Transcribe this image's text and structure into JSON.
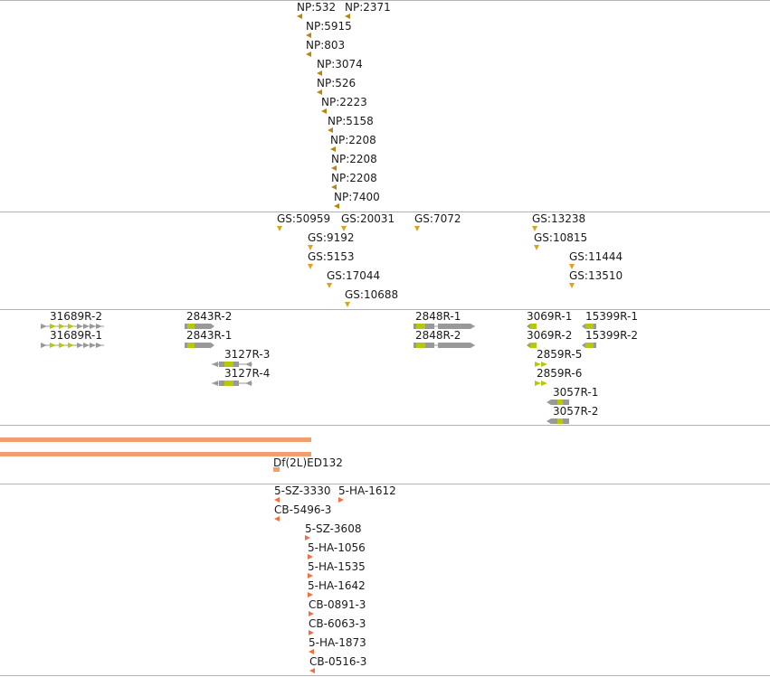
{
  "colors": {
    "separator": "#b4b4b4",
    "np_marker": "#b8860b",
    "gs_marker": "#e0a020",
    "transcript_gray": "#999999",
    "transcript_exon": "#b5c90a",
    "deficiency": "#f0a070",
    "insertion_marker": "#f07040"
  },
  "tracks": {
    "np_insertions": {
      "items": [
        {
          "label": "NP:532",
          "marker": "left"
        },
        {
          "label": "NP:2371",
          "marker": "left"
        },
        {
          "label": "NP:5915",
          "marker": "left"
        },
        {
          "label": "NP:803",
          "marker": "left"
        },
        {
          "label": "NP:3074",
          "marker": "left"
        },
        {
          "label": "NP:526",
          "marker": "left"
        },
        {
          "label": "NP:2223",
          "marker": "left"
        },
        {
          "label": "NP:5158",
          "marker": "left"
        },
        {
          "label": "NP:2208",
          "marker": "left"
        },
        {
          "label": "NP:2208",
          "marker": "left"
        },
        {
          "label": "NP:2208",
          "marker": "left"
        },
        {
          "label": "NP:7400",
          "marker": "left"
        }
      ]
    },
    "gs_insertions": {
      "items": [
        {
          "label": "GS:50959",
          "marker": "down"
        },
        {
          "label": "GS:20031",
          "marker": "down"
        },
        {
          "label": "GS:7072",
          "marker": "down"
        },
        {
          "label": "GS:13238",
          "marker": "down"
        },
        {
          "label": "GS:9192",
          "marker": "down"
        },
        {
          "label": "GS:10815",
          "marker": "down"
        },
        {
          "label": "GS:5153",
          "marker": "down"
        },
        {
          "label": "GS:11444",
          "marker": "down"
        },
        {
          "label": "GS:17044",
          "marker": "down"
        },
        {
          "label": "GS:13510",
          "marker": "down"
        },
        {
          "label": "GS:10688",
          "marker": "down"
        }
      ]
    },
    "transcripts": {
      "items": [
        {
          "label": "31689R-2"
        },
        {
          "label": "31689R-1"
        },
        {
          "label": "2843R-2"
        },
        {
          "label": "2843R-1"
        },
        {
          "label": "3127R-3"
        },
        {
          "label": "3127R-4"
        },
        {
          "label": "2848R-1"
        },
        {
          "label": "2848R-2"
        },
        {
          "label": "3069R-1"
        },
        {
          "label": "3069R-2"
        },
        {
          "label": "15399R-1"
        },
        {
          "label": "15399R-2"
        },
        {
          "label": "2859R-5"
        },
        {
          "label": "2859R-6"
        },
        {
          "label": "3057R-1"
        },
        {
          "label": "3057R-2"
        }
      ]
    },
    "deficiencies": {
      "items": [
        {
          "label": "Df(2L)ED132"
        }
      ]
    },
    "insertions_other": {
      "items": [
        {
          "label": "5-SZ-3330",
          "marker": "left"
        },
        {
          "label": "5-HA-1612",
          "marker": "right"
        },
        {
          "label": "CB-5496-3",
          "marker": "left"
        },
        {
          "label": "5-SZ-3608",
          "marker": "right"
        },
        {
          "label": "5-HA-1056",
          "marker": "right"
        },
        {
          "label": "5-HA-1535",
          "marker": "right"
        },
        {
          "label": "5-HA-1642",
          "marker": "right"
        },
        {
          "label": "CB-0891-3",
          "marker": "right"
        },
        {
          "label": "CB-6063-3",
          "marker": "right"
        },
        {
          "label": "5-HA-1873",
          "marker": "left"
        },
        {
          "label": "CB-0516-3",
          "marker": "left"
        }
      ]
    }
  }
}
